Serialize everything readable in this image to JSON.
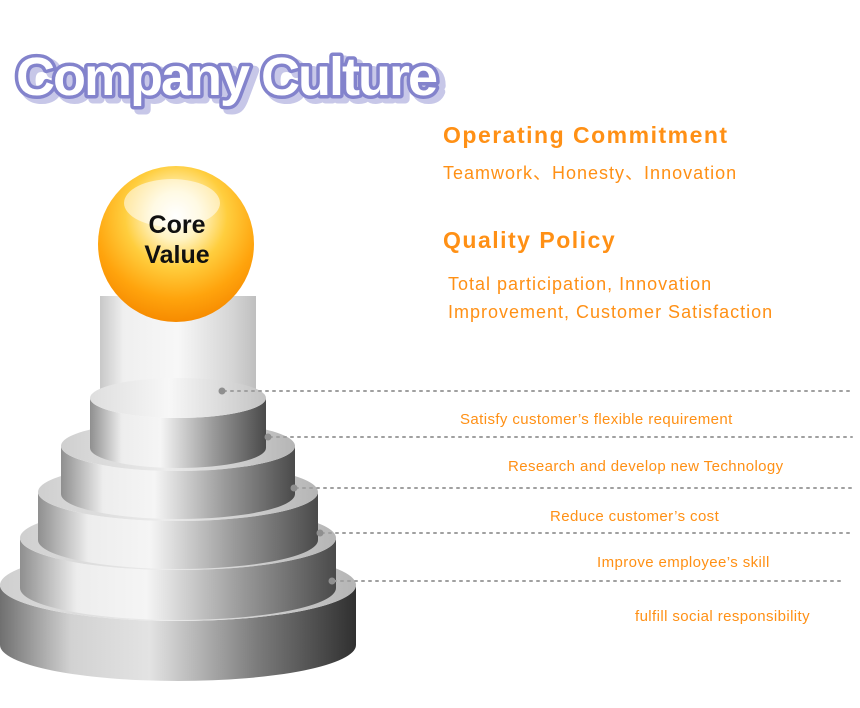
{
  "colors": {
    "accent": "#FF9015",
    "title-fill": "#FFFFFF",
    "title-outline": "#8383CC",
    "title-shadow": "#C7C7E8",
    "leader": "#9A9A9A"
  },
  "title": "Company Culture",
  "core_value": {
    "line1": "Core",
    "line2": "Value"
  },
  "sections": [
    {
      "heading": "Operating Commitment",
      "lines": [
        "Teamwork、Honesty、Innovation"
      ]
    },
    {
      "heading": "Quality Policy",
      "lines": [
        "Total participation, Innovation",
        "Improvement, Customer Satisfaction"
      ]
    }
  ],
  "levels": [
    {
      "label": "Satisfy customer’s flexible requirement"
    },
    {
      "label": "Research and develop new Technology"
    },
    {
      "label": "Reduce customer’s cost"
    },
    {
      "label": "Improve employee’s skill"
    },
    {
      "label": "fulfill social responsibility"
    }
  ]
}
